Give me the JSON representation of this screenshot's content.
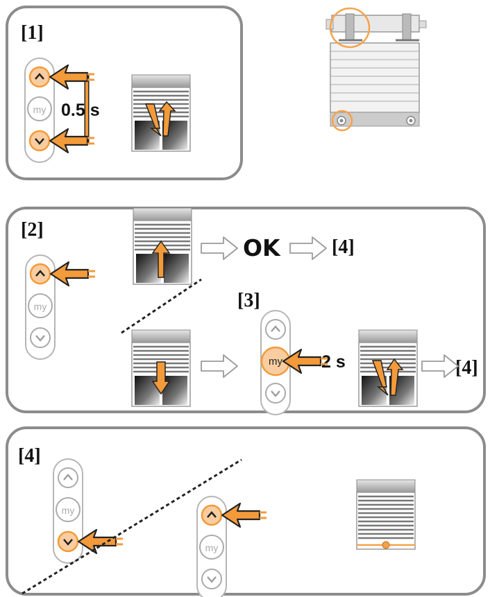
{
  "colors": {
    "accent": "#f7a24a",
    "accent_fill": "#f9cda0",
    "frame": "#8c8c8c",
    "dark": "#222222"
  },
  "icons": {
    "remote": "remote-control-icon",
    "shutter": "roller-shutter-icon",
    "arrow": "outline-arrow-icon"
  },
  "remote": {
    "up_symbol": "^",
    "my_label": "my",
    "down_symbol": "v"
  },
  "panel1": {
    "step": "[1]",
    "time": "0.5 s"
  },
  "panel2": {
    "step": "[2]",
    "ok": "OK",
    "goto_a": "[4]",
    "step3": "[3]",
    "time": "2 s",
    "goto_b": "[4]"
  },
  "panel4": {
    "step": "[4]"
  }
}
